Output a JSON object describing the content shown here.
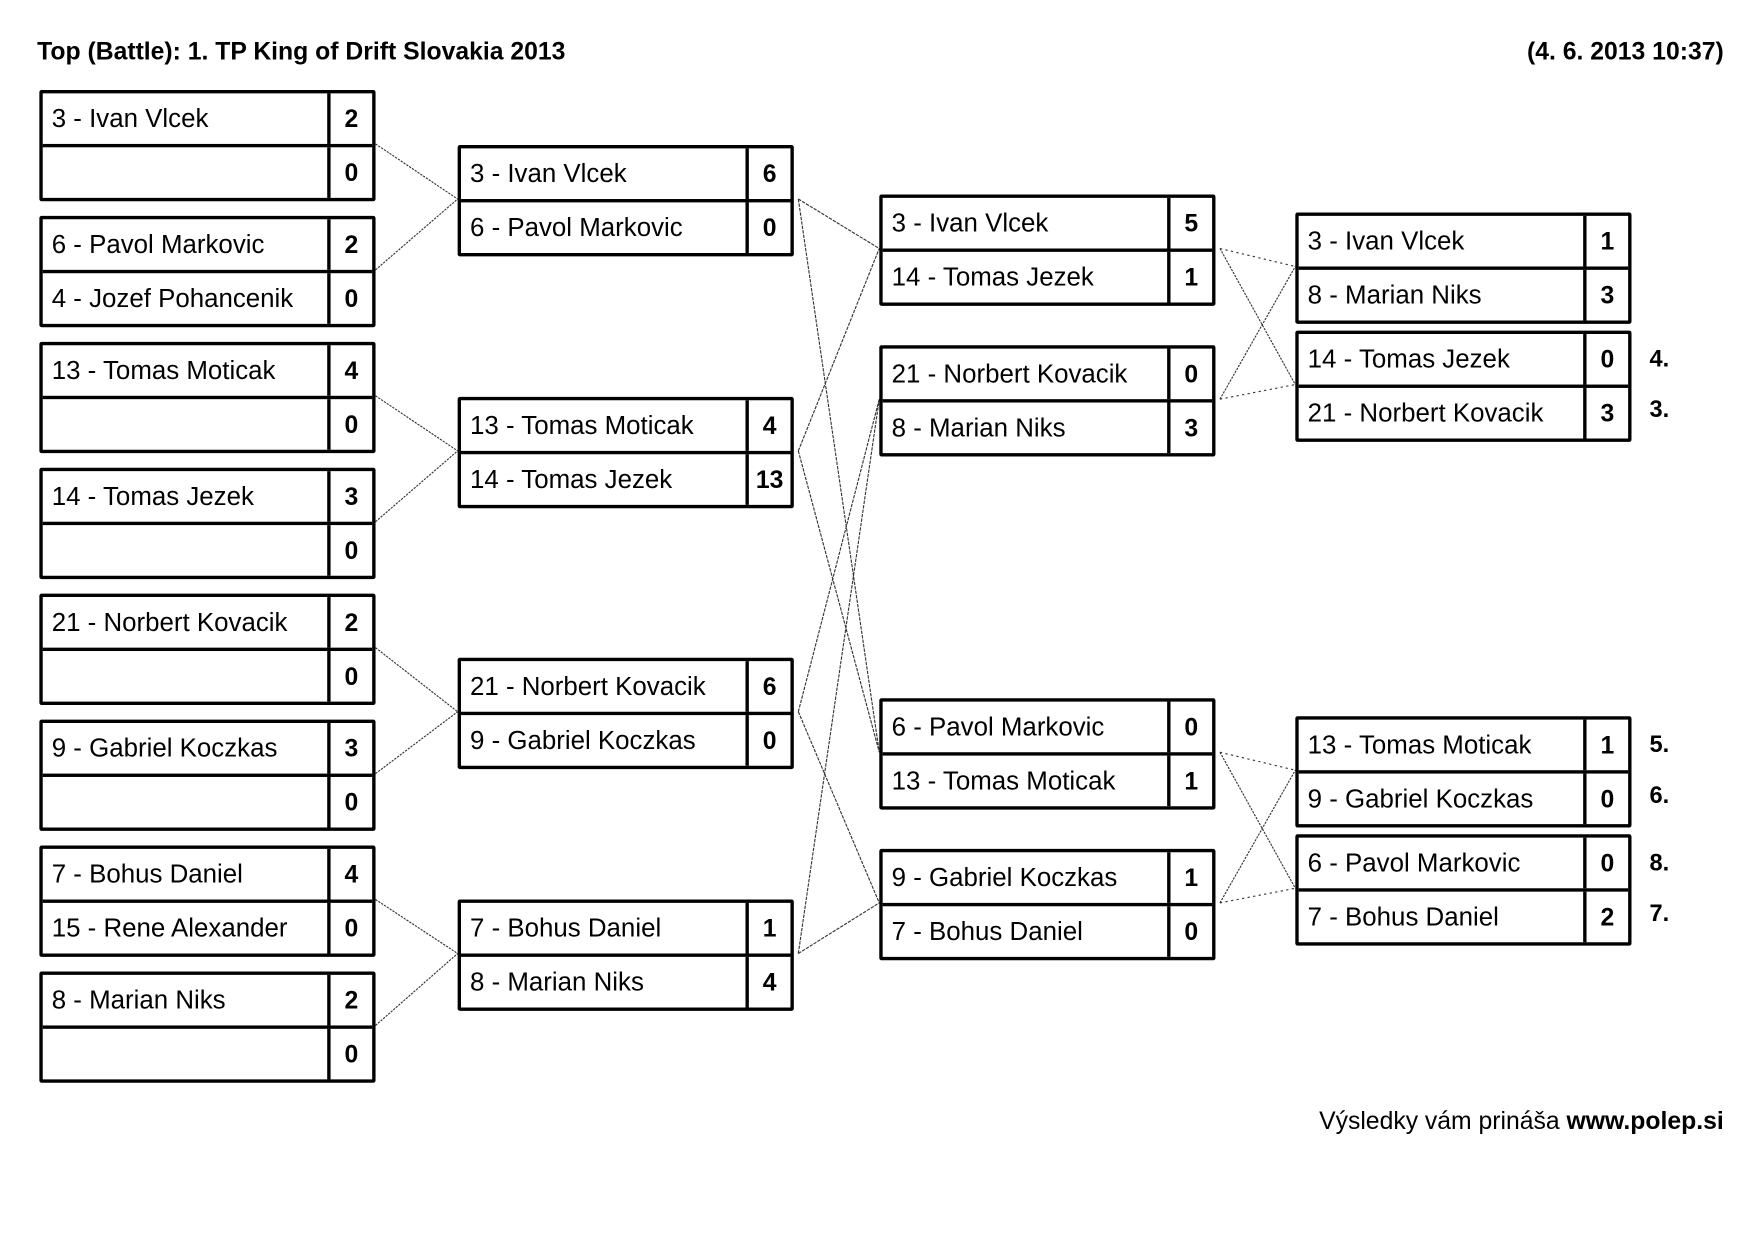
{
  "header": {
    "title": "Top (Battle): 1. TP King of Drift Slovakia 2013",
    "date": "(4. 6. 2013 10:37)"
  },
  "rounds": [
    {
      "matches": [
        {
          "rows": [
            {
              "name": "3 - Ivan Vlcek",
              "score": "2"
            },
            {
              "name": "",
              "score": "0"
            }
          ]
        },
        {
          "rows": [
            {
              "name": "6 - Pavol Markovic",
              "score": "2"
            },
            {
              "name": "4 - Jozef Pohancenik",
              "score": "0"
            }
          ]
        },
        {
          "rows": [
            {
              "name": "13 - Tomas Moticak",
              "score": "4"
            },
            {
              "name": "",
              "score": "0"
            }
          ]
        },
        {
          "rows": [
            {
              "name": "14 - Tomas Jezek",
              "score": "3"
            },
            {
              "name": "",
              "score": "0"
            }
          ]
        },
        {
          "rows": [
            {
              "name": "21 - Norbert Kovacik",
              "score": "2"
            },
            {
              "name": "",
              "score": "0"
            }
          ]
        },
        {
          "rows": [
            {
              "name": "9 - Gabriel Koczkas",
              "score": "3"
            },
            {
              "name": "",
              "score": "0"
            }
          ]
        },
        {
          "rows": [
            {
              "name": "7 - Bohus Daniel",
              "score": "4"
            },
            {
              "name": "15 - Rene Alexander",
              "score": "0"
            }
          ]
        },
        {
          "rows": [
            {
              "name": "8 - Marian Niks",
              "score": "2"
            },
            {
              "name": "",
              "score": "0"
            }
          ]
        }
      ]
    },
    {
      "matches": [
        {
          "rows": [
            {
              "name": "3 - Ivan Vlcek",
              "score": "6"
            },
            {
              "name": "6 - Pavol Markovic",
              "score": "0"
            }
          ]
        },
        {
          "rows": [
            {
              "name": "13 - Tomas Moticak",
              "score": "4"
            },
            {
              "name": "14 - Tomas Jezek",
              "score": "13"
            }
          ]
        },
        {
          "rows": [
            {
              "name": "21 - Norbert Kovacik",
              "score": "6"
            },
            {
              "name": "9 - Gabriel Koczkas",
              "score": "0"
            }
          ]
        },
        {
          "rows": [
            {
              "name": "7 - Bohus Daniel",
              "score": "1"
            },
            {
              "name": "8 - Marian Niks",
              "score": "4"
            }
          ]
        }
      ]
    },
    {
      "matches": [
        {
          "rows": [
            {
              "name": "3 - Ivan Vlcek",
              "score": "5"
            },
            {
              "name": "14 - Tomas Jezek",
              "score": "1"
            }
          ]
        },
        {
          "rows": [
            {
              "name": "21 - Norbert Kovacik",
              "score": "0"
            },
            {
              "name": "8 - Marian Niks",
              "score": "3"
            }
          ]
        },
        {
          "rows": [
            {
              "name": "6 - Pavol Markovic",
              "score": "0"
            },
            {
              "name": "13 - Tomas Moticak",
              "score": "1"
            }
          ]
        },
        {
          "rows": [
            {
              "name": "9 - Gabriel Koczkas",
              "score": "1"
            },
            {
              "name": "7 - Bohus Daniel",
              "score": "0"
            }
          ]
        }
      ]
    },
    {
      "matches": [
        {
          "rows": [
            {
              "name": "3 - Ivan Vlcek",
              "score": "1"
            },
            {
              "name": "8 - Marian Niks",
              "score": "3"
            }
          ]
        },
        {
          "rows": [
            {
              "name": "14 - Tomas Jezek",
              "score": "0",
              "rank": "4."
            },
            {
              "name": "21 - Norbert Kovacik",
              "score": "3",
              "rank": "3."
            }
          ]
        },
        {
          "rows": [
            {
              "name": "13 - Tomas Moticak",
              "score": "1",
              "rank": "5."
            },
            {
              "name": "9 - Gabriel Koczkas",
              "score": "0",
              "rank": "6."
            }
          ]
        },
        {
          "rows": [
            {
              "name": "6 - Pavol Markovic",
              "score": "0",
              "rank": "8."
            },
            {
              "name": "7 - Bohus Daniel",
              "score": "2",
              "rank": "7."
            }
          ]
        }
      ]
    }
  ],
  "footer": {
    "text": "Výsledky vám prináša ",
    "link": "www.polep.si"
  }
}
